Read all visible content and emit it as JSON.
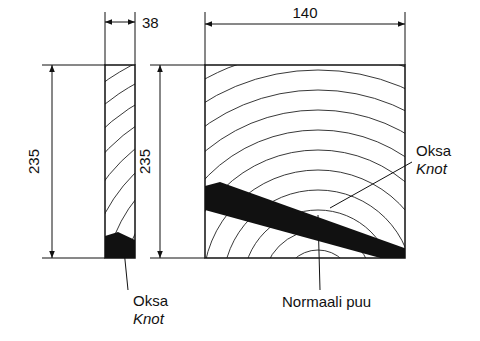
{
  "diagram": {
    "labels": [
      "38",
      "235",
      "Oksa",
      "Knot",
      "140",
      "235",
      "Oksa",
      "Knot",
      "Normaali puu"
    ]
  }
}
